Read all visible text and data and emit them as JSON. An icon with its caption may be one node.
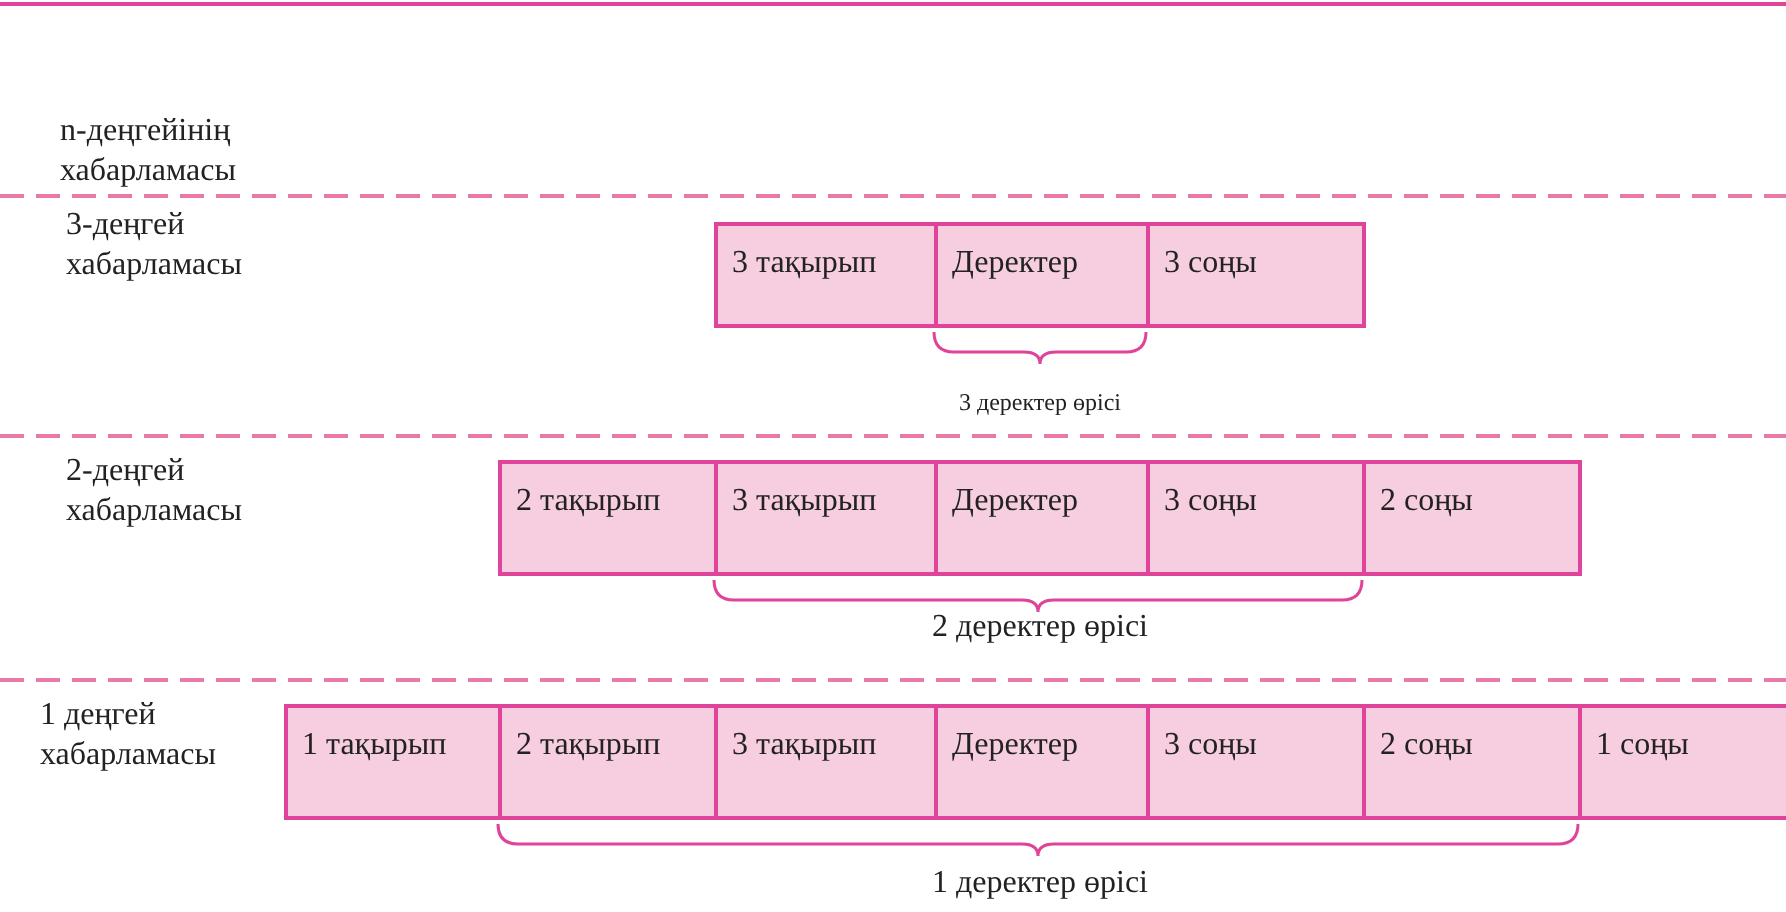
{
  "diagram": {
    "nodes": [
      {
        "text": [
          "3 тақырып"
        ]
      },
      {
        "text": [
          "Деректер"
        ]
      },
      {
        "text": [
          "3 соңы"
        ]
      },
      {
        "text": [
          "2 тақырып"
        ]
      },
      {
        "text": [
          "3 тақырып"
        ]
      },
      {
        "text": [
          "Деректер"
        ]
      },
      {
        "text": [
          "3 соңы"
        ]
      },
      {
        "text": [
          "2 соңы"
        ]
      },
      {
        "text": [
          "1 тақырып"
        ]
      },
      {
        "text": [
          "2 тақырып"
        ]
      },
      {
        "text": [
          "3 тақырып"
        ]
      },
      {
        "text": [
          "Деректер"
        ]
      },
      {
        "text": [
          "3 соңы"
        ]
      },
      {
        "text": [
          "2 соңы"
        ]
      },
      {
        "text": [
          "1 соңы"
        ]
      }
    ],
    "labels": [
      "n-деңгейінің хабарламасы",
      "3-деңгей хабарламасы",
      "3 деректер өрісі",
      "2-деңгей хабарламасы",
      "2 деректер өрісі",
      "1 деңгей хабарламасы",
      "1 деректер өрісі"
    ]
  }
}
